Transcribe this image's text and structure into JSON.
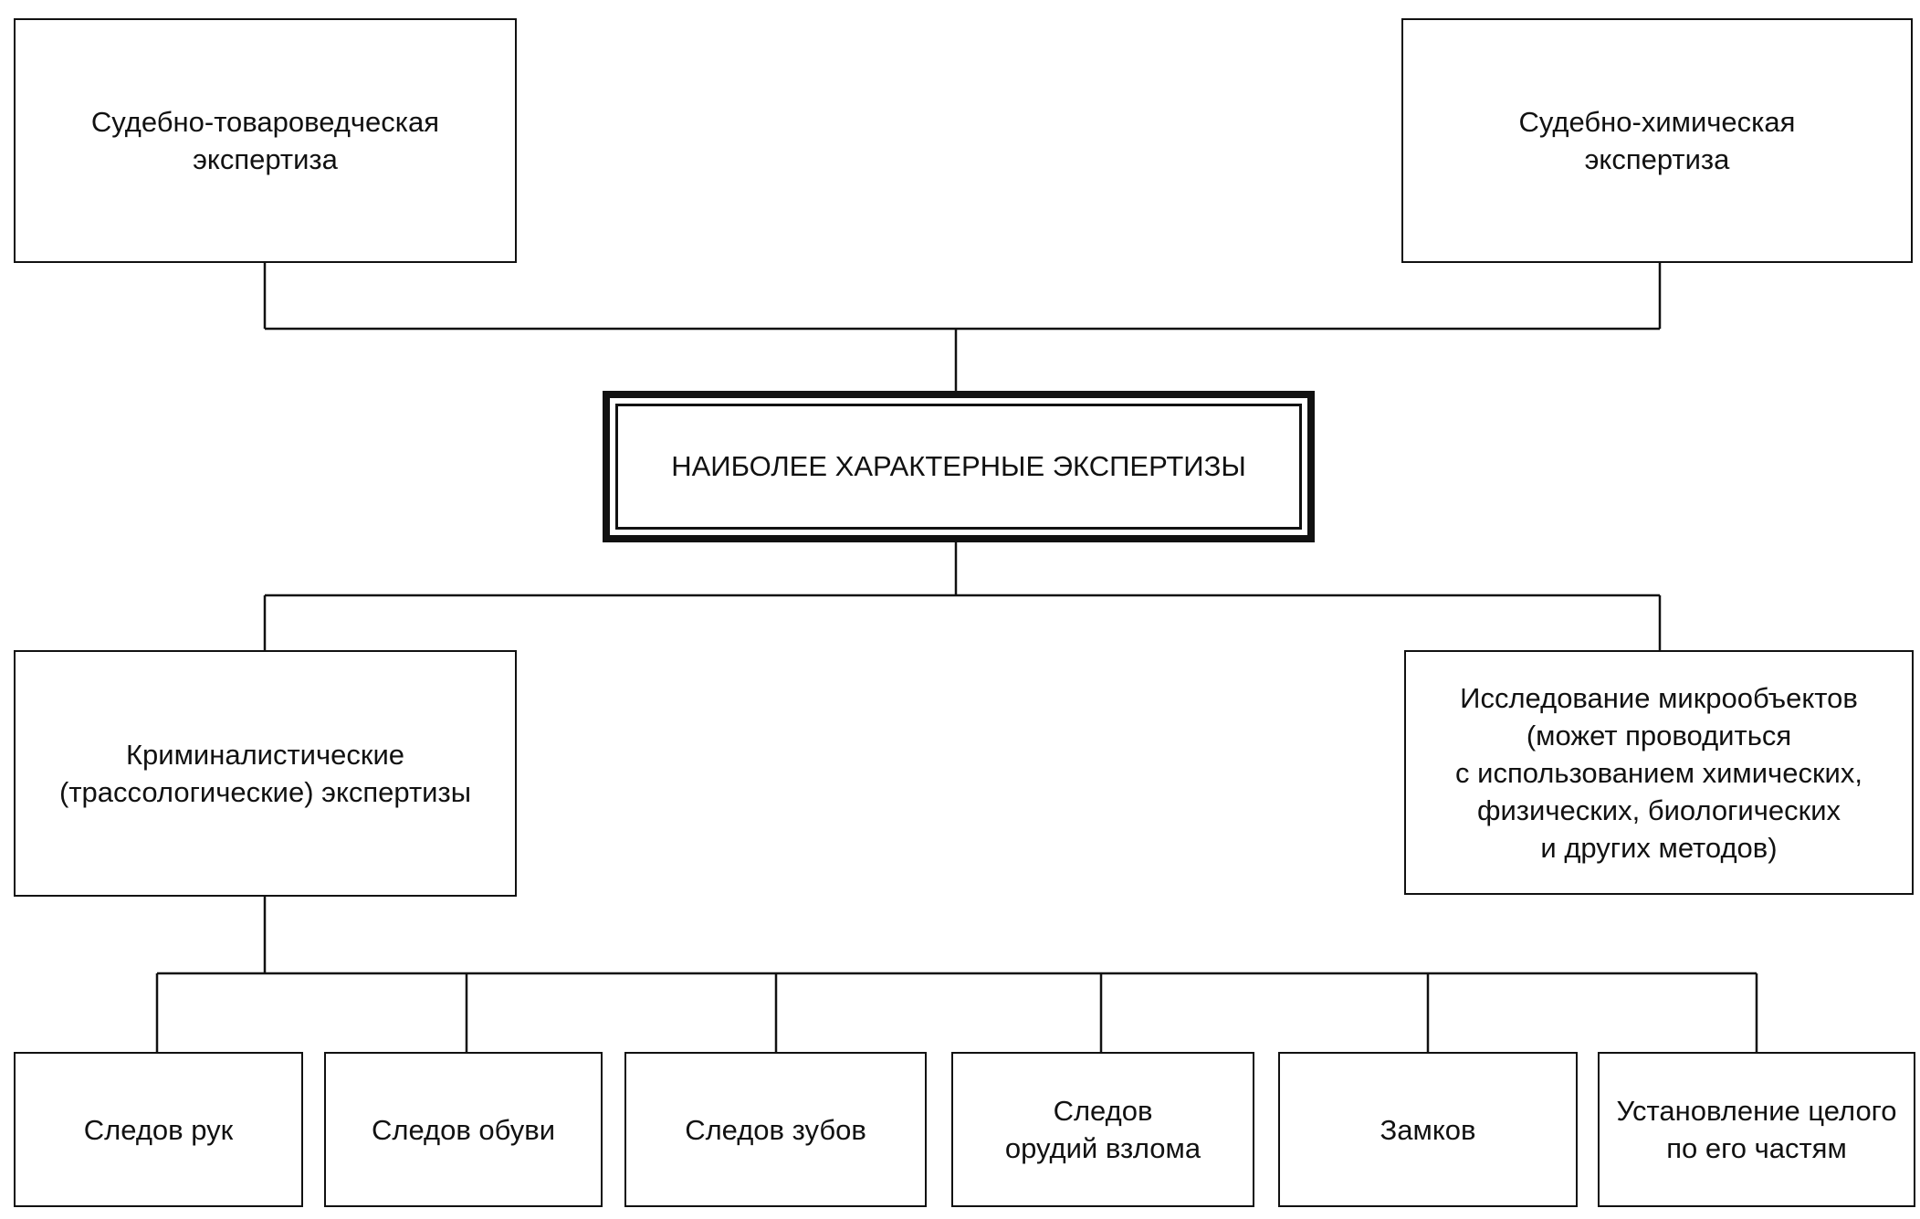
{
  "center": {
    "label": "НАИБОЛЕЕ ХАРАКТЕРНЫЕ ЭКСПЕРТИЗЫ"
  },
  "top_left": {
    "lines": [
      "Судебно-товароведческая",
      "экспертиза"
    ]
  },
  "top_right": {
    "lines": [
      "Судебно-химическая",
      "экспертиза"
    ]
  },
  "mid_left": {
    "lines": [
      "Криминалистические",
      "(трассологические) экспертизы"
    ]
  },
  "mid_right": {
    "lines": [
      "Исследование микрообъектов",
      "(может проводиться",
      "с использованием химических,",
      "физических, биологических",
      "и других методов)"
    ]
  },
  "bottom": [
    {
      "lines": [
        "Следов рук"
      ]
    },
    {
      "lines": [
        "Следов обуви"
      ]
    },
    {
      "lines": [
        "Следов зубов"
      ]
    },
    {
      "lines": [
        "Следов",
        "орудий взлома"
      ]
    },
    {
      "lines": [
        "Замков"
      ]
    },
    {
      "lines": [
        "Установление целого",
        "по его частям"
      ]
    }
  ],
  "colors": {
    "line": "#111111",
    "background": "#ffffff"
  }
}
